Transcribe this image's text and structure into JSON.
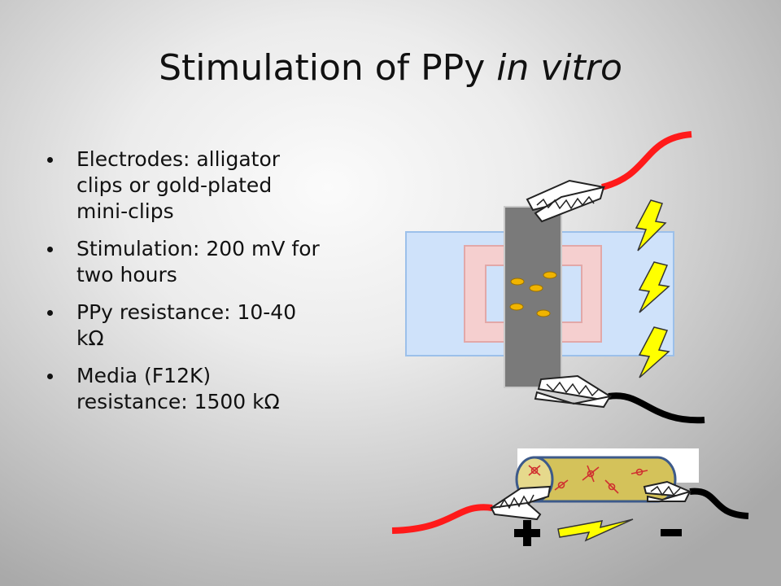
{
  "slide": {
    "title_main": "Stimulation of PPy ",
    "title_italic": "in vitro",
    "bullets": [
      {
        "line1": "Electrodes: alligator",
        "line2": "clips or gold-plated",
        "line3": "mini-clips"
      },
      {
        "line1": "Stimulation: 200 mV for",
        "line2": "two hours"
      },
      {
        "line1": "PPy resistance: 10-40",
        "line2": "kΩ"
      },
      {
        "line1": "Media (F12K)",
        "line2": "resistance: 1500 kΩ"
      }
    ]
  },
  "colors": {
    "wire_positive": "#ff1a1a",
    "wire_negative": "#000000",
    "media_well": "#cfe2fa",
    "frame_pink": "#f5cfcf",
    "ppy_film": "#7a7a7a",
    "cell": "#f0b400",
    "bolt": "#ffff00",
    "conduit": "#d4c25a"
  },
  "icons": [
    "alligator-clip-icon",
    "lightning-bolt-icon",
    "plus-sign-icon",
    "minus-sign-icon",
    "cell-icon"
  ]
}
